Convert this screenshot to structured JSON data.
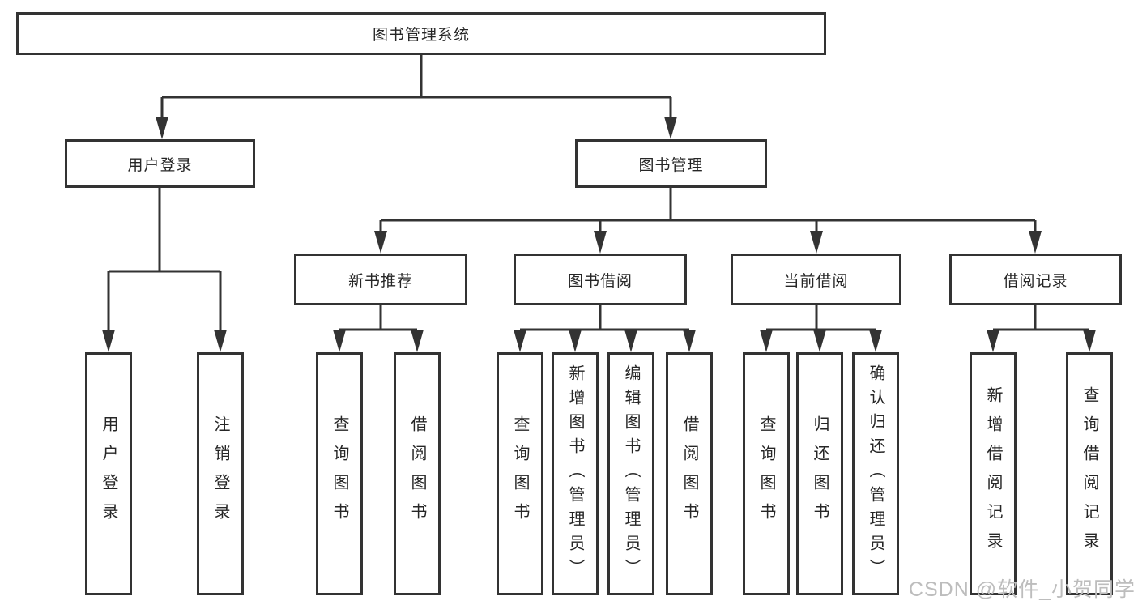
{
  "title": "图书管理系统",
  "branches": [
    {
      "label": "用户登录",
      "children": [
        {
          "label": "用户登录"
        },
        {
          "label": "注销登录"
        }
      ]
    },
    {
      "label": "图书管理",
      "children": [
        {
          "label": "新书推荐",
          "children": [
            {
              "label": "查询图书"
            },
            {
              "label": "借阅图书"
            }
          ]
        },
        {
          "label": "图书借阅",
          "children": [
            {
              "label": "查询图书"
            },
            {
              "label": "新增图书（管理员）"
            },
            {
              "label": "编辑图书（管理员）"
            },
            {
              "label": "借阅图书"
            }
          ]
        },
        {
          "label": "当前借阅",
          "children": [
            {
              "label": "查询图书"
            },
            {
              "label": "归还图书"
            },
            {
              "label": "确认归还（管理员）"
            }
          ]
        },
        {
          "label": "借阅记录",
          "children": [
            {
              "label": "新增借阅记录"
            },
            {
              "label": "查询借阅记录"
            }
          ]
        }
      ]
    }
  ],
  "watermark": "CSDN @软件_小贺同学",
  "colors": {
    "line": "#333333",
    "text": "#262626",
    "watermark": "#bdbdbd",
    "background": "#ffffff"
  }
}
